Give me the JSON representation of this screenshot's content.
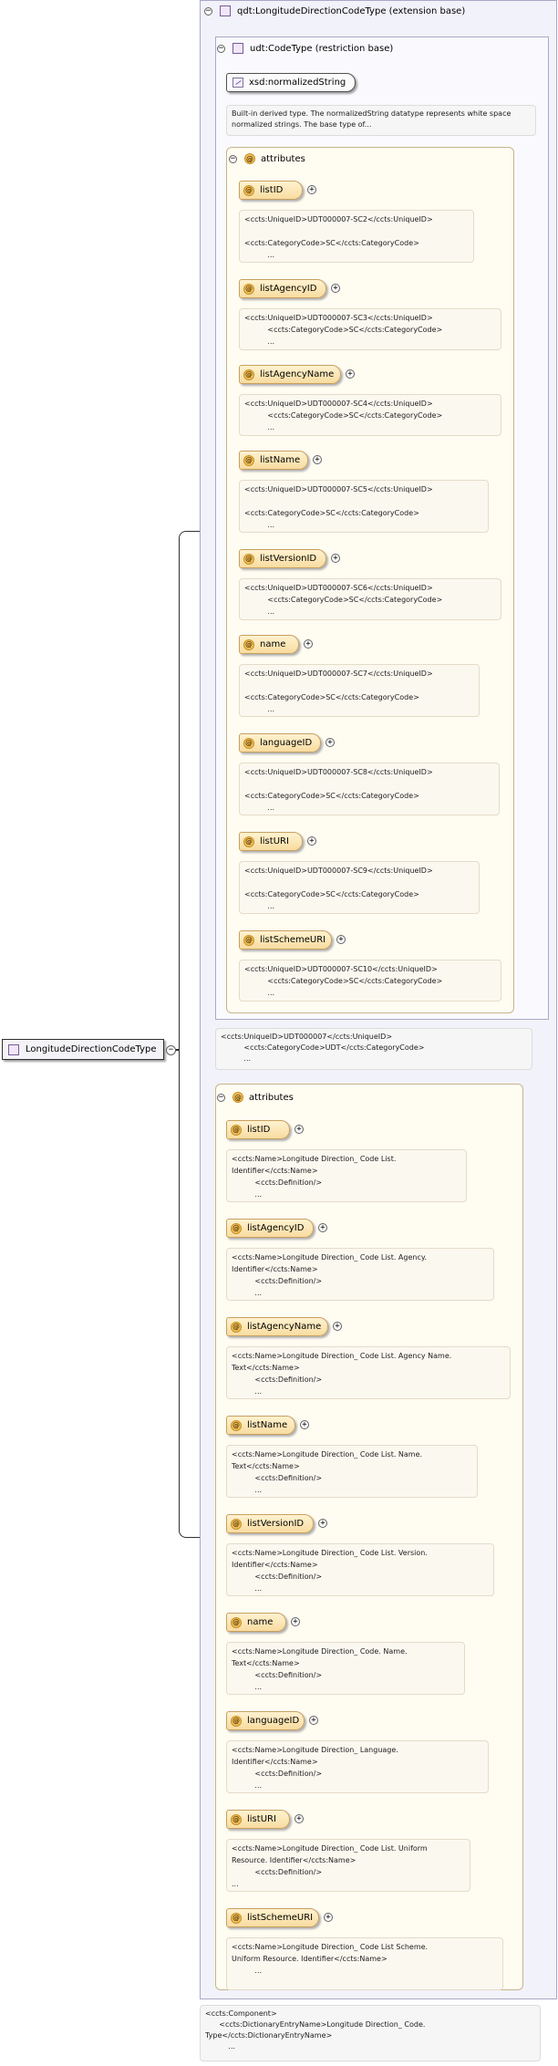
{
  "root": {
    "label": "LongitudeDirectionCodeType",
    "toggle": "−"
  },
  "qdt_group": {
    "label": "qdt:LongitudeDirectionCodeType (extension base)",
    "toggle": "−"
  },
  "udt_group": {
    "label": "udt:CodeType (restriction base)",
    "toggle": "−"
  },
  "normalized": {
    "label": "xsd:normalizedString",
    "description": "Built-in derived type. The normalizedString datatype represents white space normalized strings. The base type of..."
  },
  "inner_attributes": {
    "label": "attributes",
    "toggle": "−",
    "items": [
      {
        "name": "listID",
        "plus": "+",
        "doc": "<ccts:UniqueID>UDT000007-SC2</ccts:UniqueID>\n\n<ccts:CategoryCode>SC</ccts:CategoryCode>\n          ..."
      },
      {
        "name": "listAgencyID",
        "plus": "+",
        "doc": "<ccts:UniqueID>UDT000007-SC3</ccts:UniqueID>\n          <ccts:CategoryCode>SC</ccts:CategoryCode>\n          ..."
      },
      {
        "name": "listAgencyName",
        "plus": "+",
        "doc": "<ccts:UniqueID>UDT000007-SC4</ccts:UniqueID>\n          <ccts:CategoryCode>SC</ccts:CategoryCode>\n          ..."
      },
      {
        "name": "listName",
        "plus": "+",
        "doc": "<ccts:UniqueID>UDT000007-SC5</ccts:UniqueID>\n\n<ccts:CategoryCode>SC</ccts:CategoryCode>\n          ..."
      },
      {
        "name": "listVersionID",
        "plus": "+",
        "doc": "<ccts:UniqueID>UDT000007-SC6</ccts:UniqueID>\n          <ccts:CategoryCode>SC</ccts:CategoryCode>\n          ..."
      },
      {
        "name": "name",
        "plus": "+",
        "doc": "<ccts:UniqueID>UDT000007-SC7</ccts:UniqueID>\n\n<ccts:CategoryCode>SC</ccts:CategoryCode>\n          ..."
      },
      {
        "name": "languageID",
        "plus": "+",
        "doc": "<ccts:UniqueID>UDT000007-SC8</ccts:UniqueID>\n\n<ccts:CategoryCode>SC</ccts:CategoryCode>\n          ..."
      },
      {
        "name": "listURI",
        "plus": "+",
        "doc": "<ccts:UniqueID>UDT000007-SC9</ccts:UniqueID>\n\n<ccts:CategoryCode>SC</ccts:CategoryCode>\n          ..."
      },
      {
        "name": "listSchemeURI",
        "plus": "+",
        "doc": "<ccts:UniqueID>UDT000007-SC10</ccts:UniqueID>\n          <ccts:CategoryCode>SC</ccts:CategoryCode>\n          ..."
      }
    ]
  },
  "udt_doc": "<ccts:UniqueID>UDT000007</ccts:UniqueID>\n          <ccts:CategoryCode>UDT</ccts:CategoryCode>\n          ...",
  "outer_attributes": {
    "label": "attributes",
    "toggle": "−",
    "items": [
      {
        "name": "listID",
        "plus": "+",
        "doc": "<ccts:Name>Longitude Direction_ Code List.\nIdentifier</ccts:Name>\n          <ccts:Definition/>\n          ..."
      },
      {
        "name": "listAgencyID",
        "plus": "+",
        "doc": "<ccts:Name>Longitude Direction_ Code List. Agency.\nIdentifier</ccts:Name>\n          <ccts:Definition/>\n          ..."
      },
      {
        "name": "listAgencyName",
        "plus": "+",
        "doc": "<ccts:Name>Longitude Direction_ Code List. Agency Name.\nText</ccts:Name>\n          <ccts:Definition/>\n          ..."
      },
      {
        "name": "listName",
        "plus": "+",
        "doc": "<ccts:Name>Longitude Direction_ Code List. Name.\nText</ccts:Name>\n          <ccts:Definition/>\n          ..."
      },
      {
        "name": "listVersionID",
        "plus": "+",
        "doc": "<ccts:Name>Longitude Direction_ Code List. Version.\nIdentifier</ccts:Name>\n          <ccts:Definition/>\n          ..."
      },
      {
        "name": "name",
        "plus": "+",
        "doc": "<ccts:Name>Longitude Direction_ Code. Name.\nText</ccts:Name>\n          <ccts:Definition/>\n          ..."
      },
      {
        "name": "languageID",
        "plus": "+",
        "doc": "<ccts:Name>Longitude Direction_ Language.\nIdentifier</ccts:Name>\n          <ccts:Definition/>\n          ..."
      },
      {
        "name": "listURI",
        "plus": "+",
        "doc": "<ccts:Name>Longitude Direction_ Code List. Uniform\nResource. Identifier</ccts:Name>\n          <ccts:Definition/>\n..."
      },
      {
        "name": "listSchemeURI",
        "plus": "+",
        "doc": "<ccts:Name>Longitude Direction_ Code List Scheme.\nUniform Resource. Identifier</ccts:Name>\n          ..."
      }
    ]
  },
  "root_doc": "<ccts:Component>\n      <ccts:DictionaryEntryName>Longitude Direction_ Code.\nType</ccts:DictionaryEntryName>\n          ...",
  "colors": {
    "line": "#303030",
    "attr_fill": "#f8dca0",
    "group_border": "#a8a8c8"
  },
  "icons": {
    "type": "complex-type-icon",
    "attribute": "at-icon",
    "simple": "simple-type-icon"
  }
}
